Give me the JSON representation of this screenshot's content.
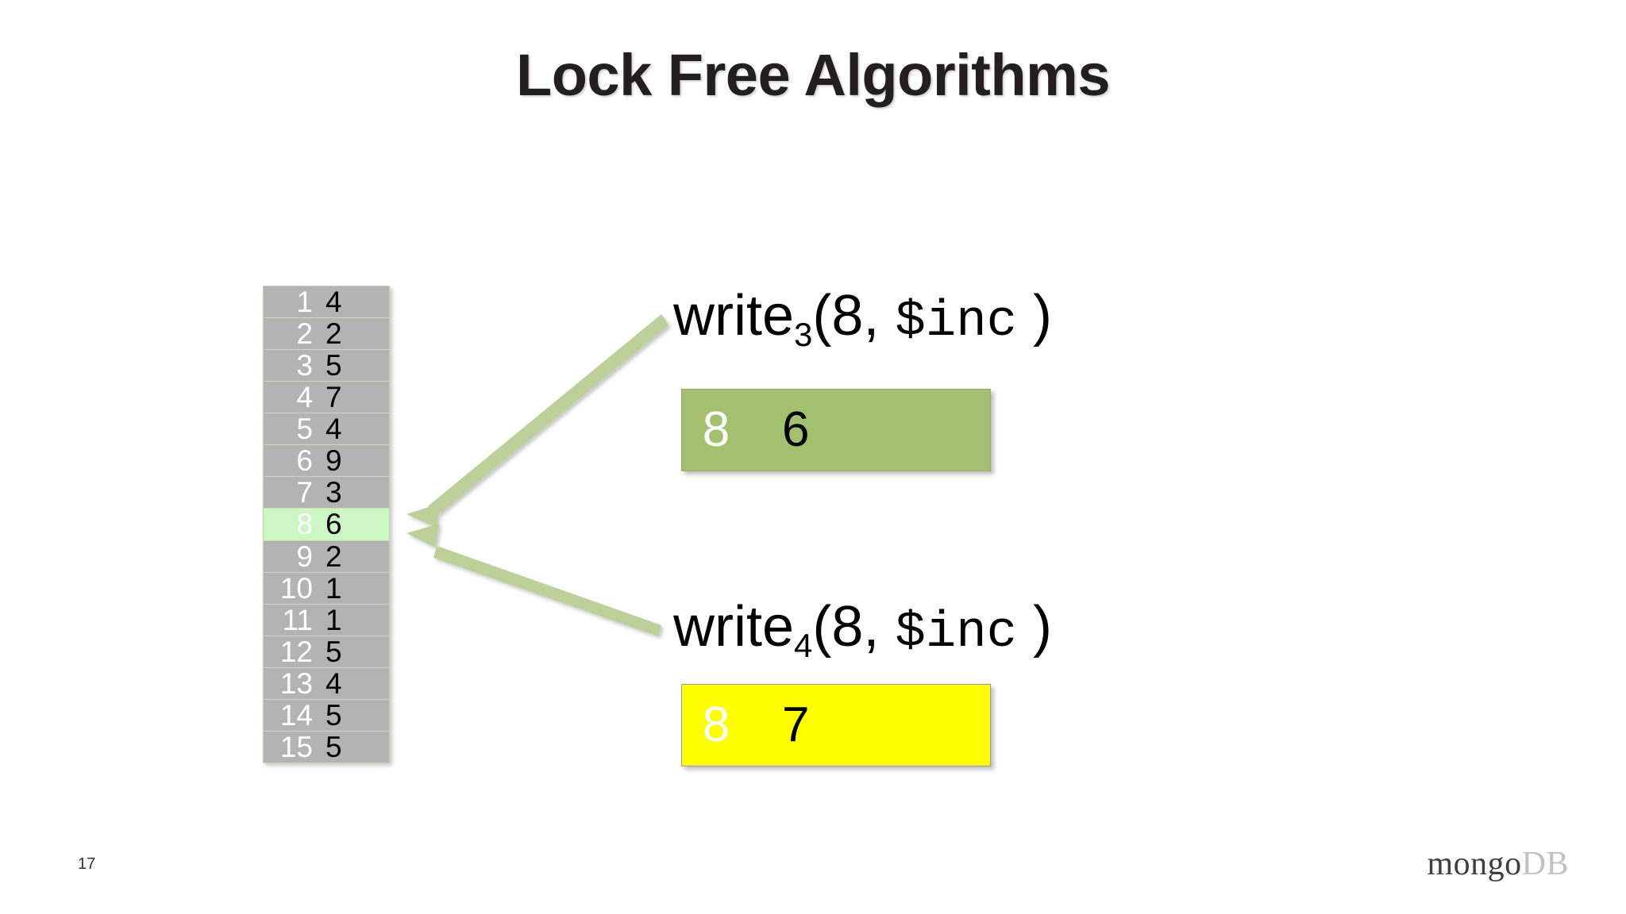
{
  "slide": {
    "title": "Lock Free Algorithms",
    "page_number": "17",
    "background_color": "#ffffff"
  },
  "memory_table": {
    "name": "memory-array",
    "highlight_index": 8,
    "row_background": "#b3b3b3",
    "highlight_background": "#ccf7c4",
    "index_color": "#ffffff",
    "value_color": "#000000",
    "rows": [
      {
        "index": "1",
        "value": "4"
      },
      {
        "index": "2",
        "value": "2"
      },
      {
        "index": "3",
        "value": "5"
      },
      {
        "index": "4",
        "value": "7"
      },
      {
        "index": "5",
        "value": "4"
      },
      {
        "index": "6",
        "value": "9"
      },
      {
        "index": "7",
        "value": "3"
      },
      {
        "index": "8",
        "value": "6"
      },
      {
        "index": "9",
        "value": "2"
      },
      {
        "index": "10",
        "value": "1"
      },
      {
        "index": "11",
        "value": "1"
      },
      {
        "index": "12",
        "value": "5"
      },
      {
        "index": "13",
        "value": "4"
      },
      {
        "index": "14",
        "value": "5"
      },
      {
        "index": "15",
        "value": "5"
      }
    ]
  },
  "operations": [
    {
      "id": "write3",
      "label_prefix": "write",
      "subscript": "3",
      "label_open": "(8, ",
      "arg": "$inc",
      "label_close": " )",
      "result_box": {
        "key": "8",
        "value": "6",
        "background": "#a2c06f",
        "key_color": "#ffffff",
        "value_color": "#000000"
      }
    },
    {
      "id": "write4",
      "label_prefix": "write",
      "subscript": "4",
      "label_open": "(8, ",
      "arg": "$inc",
      "label_close": " )",
      "result_box": {
        "key": "8",
        "value": "7",
        "background": "#ffff00",
        "key_color": "#ffffff",
        "value_color": "#000000"
      }
    }
  ],
  "arrows": {
    "color": "#bdd099",
    "count": 2,
    "target_row": "8"
  },
  "brand": {
    "primary_text": "mongo",
    "secondary_text": "DB",
    "primary_color": "#3f3f3f",
    "secondary_color": "#c2c2c2"
  }
}
